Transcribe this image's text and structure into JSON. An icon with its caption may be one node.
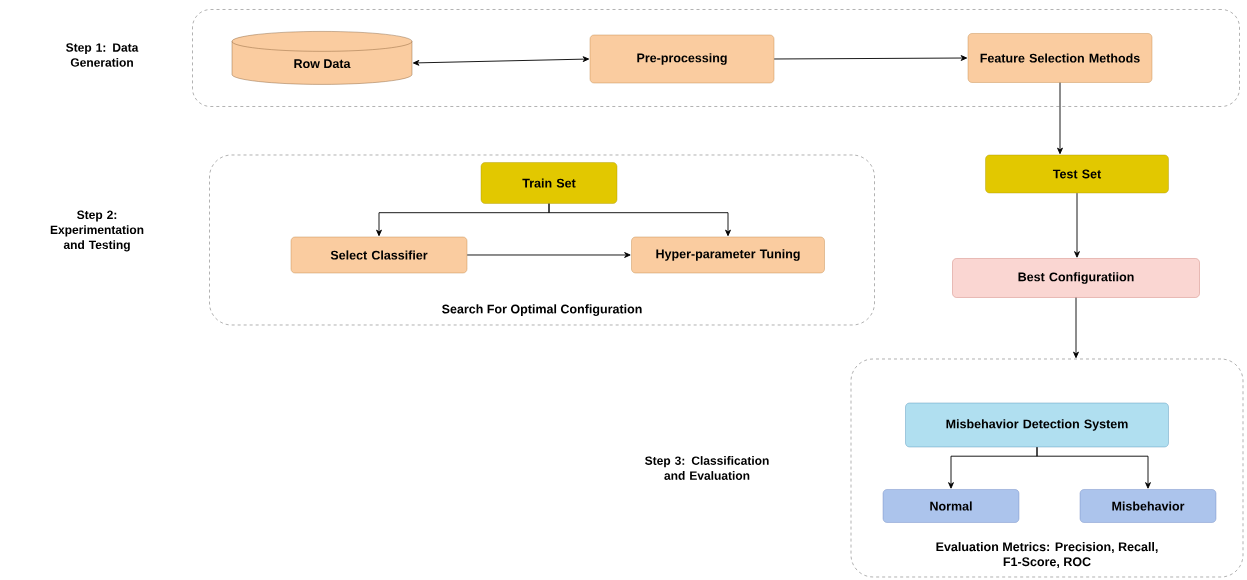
{
  "diagram": {
    "nodes": [
      {
        "text": [],
        "shape": "box"
      },
      {
        "text": [
          "Row Data"
        ],
        "in": 0
      },
      {
        "text": [
          "Pre-processing"
        ],
        "in": 0
      },
      {
        "text": [
          "Feature Selection Methods"
        ],
        "in": 0
      },
      {
        "text": [
          "Search For Optimal Configuration"
        ]
      },
      {
        "text": [
          "Train Set"
        ],
        "in": 4
      },
      {
        "text": [
          "Select Classifier"
        ],
        "in": 4
      },
      {
        "text": [
          "Hyper-parameter Tuning"
        ],
        "in": 4
      },
      {
        "text": [
          "Test Set"
        ]
      },
      {
        "text": [
          "Best Configuratiion"
        ]
      },
      {
        "text": [
          "Evaluation Metrics: Precision, Recall, F1-Score, ROC"
        ]
      },
      {
        "text": [
          "Misbehavior Detection System"
        ],
        "in": 10
      },
      {
        "text": [
          "Normal"
        ],
        "in": 10
      },
      {
        "text": [
          "Misbehavior"
        ],
        "in": 10
      }
    ],
    "edges": [
      {
        "from": 1,
        "to": 2,
        "arrow": "both"
      },
      {
        "from": 2,
        "to": 3,
        "arrow": "to"
      },
      {
        "from": 3,
        "to": 8,
        "arrow": "to"
      },
      {
        "from": 5,
        "to": 6,
        "arrow": "to"
      },
      {
        "from": 5,
        "to": 7,
        "arrow": "to"
      },
      {
        "from": 6,
        "to": 7,
        "arrow": "to"
      },
      {
        "from": 8,
        "to": 9,
        "arrow": "to"
      },
      {
        "from": 9,
        "to": 10,
        "arrow": "to"
      },
      {
        "from": 11,
        "to": 12,
        "arrow": "to"
      },
      {
        "from": 11,
        "to": 13,
        "arrow": "to"
      }
    ],
    "labels": [
      "Step 1: Data Generation",
      "Step 2: Experimentation and Testing",
      "Step 3: Classification and Evaluation"
    ]
  }
}
